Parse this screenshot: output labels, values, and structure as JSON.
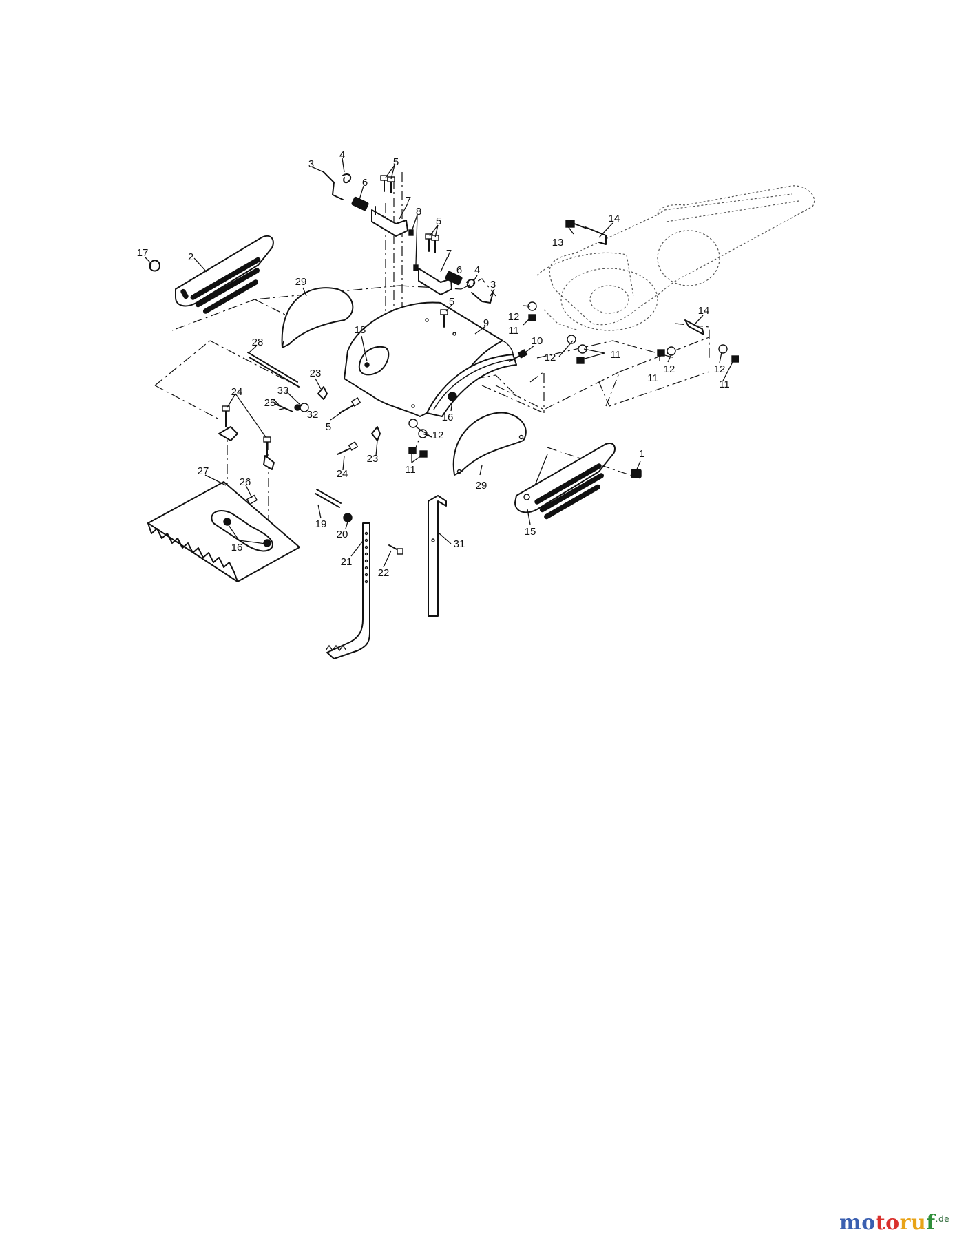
{
  "callouts": {
    "c1": "1",
    "c2": "2",
    "c3a": "3",
    "c3b": "3",
    "c4a": "4",
    "c4b": "4",
    "c5a": "5",
    "c5b": "5",
    "c5c": "5",
    "c5d": "5",
    "c6a": "6",
    "c6b": "6",
    "c7a": "7",
    "c7b": "7",
    "c8": "8",
    "c9": "9",
    "c10": "10",
    "c11a": "11",
    "c11b": "11",
    "c11c": "11",
    "c11d": "11",
    "c11e": "11",
    "c12a": "12",
    "c12b": "12",
    "c12c": "12",
    "c12d": "12",
    "c12e": "12",
    "c13": "13",
    "c14a": "14",
    "c14b": "14",
    "c15": "15",
    "c16a": "16",
    "c16b": "16",
    "c17": "17",
    "c18": "18",
    "c19": "19",
    "c20": "20",
    "c21": "21",
    "c22": "22",
    "c23a": "23",
    "c23b": "23",
    "c24a": "24",
    "c24b": "24",
    "c25": "25",
    "c26": "26",
    "c27": "27",
    "c28": "28",
    "c29a": "29",
    "c29b": "29",
    "c31": "31",
    "c32": "32",
    "c33": "33"
  },
  "watermark": {
    "part1": "mo",
    "part2": "to",
    "part3": "ru",
    "part4": "f",
    "suffix": ".de"
  }
}
